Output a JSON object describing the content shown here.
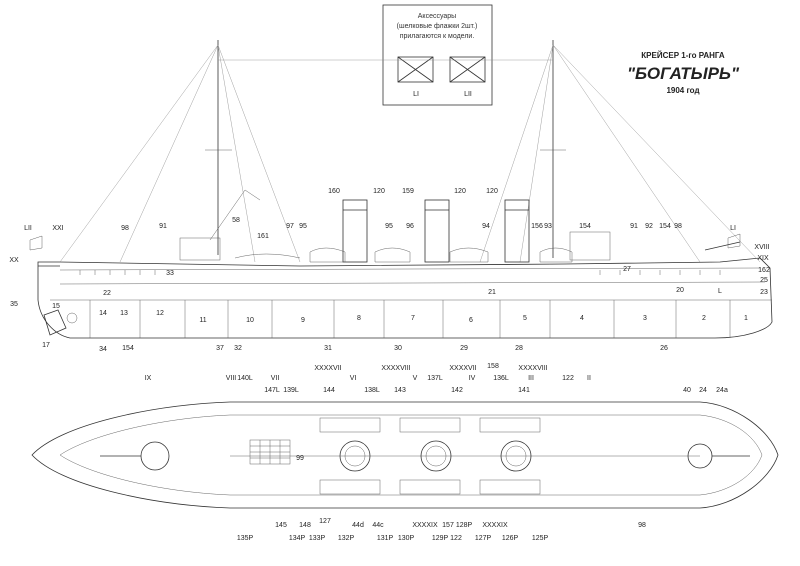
{
  "title": {
    "line1": "КРЕЙСЕР 1-го РАНГА",
    "name": "\"БОГАТЫРЬ\"",
    "year": "1904 год"
  },
  "accessories": {
    "line1": "Аксессуары",
    "line2": "(шелковые флажки 2шт.)",
    "line3": "прилагаются к модели.",
    "flag_left": "LI",
    "flag_right": "LII"
  },
  "side_view": {
    "top_labels": [
      "LII",
      "XXI",
      "98",
      "91",
      "58",
      "161",
      "97",
      "95",
      "160",
      "120",
      "159",
      "120",
      "120",
      "95",
      "96",
      "94",
      "156",
      "93",
      "154",
      "91",
      "92",
      "154",
      "98",
      "LI",
      "XVIII",
      "XIX",
      "XX",
      "33",
      "27",
      "162",
      "25",
      "23",
      "22",
      "21",
      "20",
      "L",
      "35",
      "15",
      "14",
      "13",
      "17",
      "34",
      "154",
      "37",
      "32",
      "31",
      "30",
      "29",
      "28",
      "26"
    ],
    "compartments": [
      "12",
      "11",
      "10",
      "9",
      "8",
      "7",
      "6",
      "5",
      "4",
      "3",
      "2",
      "1"
    ]
  },
  "plan_view": {
    "top_labels": [
      "IX",
      "VIII",
      "140L",
      "VII",
      "147L",
      "139L",
      "XXXXVII",
      "144",
      "VI",
      "138L",
      "143",
      "XXXXVIII",
      "V",
      "137L",
      "142",
      "XXXXVII",
      "IV",
      "158",
      "136L",
      "141",
      "XXXXVIII",
      "III",
      "122",
      "II",
      "40",
      "24",
      "24a",
      "99"
    ],
    "bottom_labels": [
      "145",
      "135P",
      "148",
      "134P",
      "133P",
      "127",
      "132P",
      "44d",
      "44c",
      "131P",
      "130P",
      "XXXXIX",
      "157",
      "128P",
      "129P",
      "122",
      "XXXXIX",
      "127P",
      "126P",
      "125P",
      "98"
    ]
  }
}
